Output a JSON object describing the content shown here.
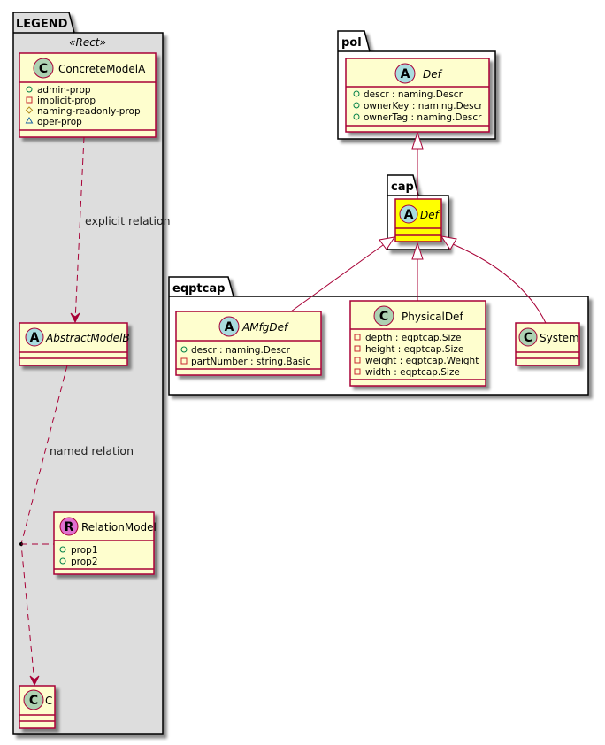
{
  "colors": {
    "class_fill": "#FEFECE",
    "class_border": "#A80036",
    "highlight_fill": "#FFFF00",
    "legend_bg": "#DDDDDD",
    "circle_C": "#ADD1B2",
    "circle_A": "#A9DCDF",
    "circle_R": "#E070D0",
    "edge": "#A80036"
  },
  "legend": {
    "title": "LEGEND",
    "stereotype": "«Rect»",
    "concrete": {
      "badge": "C",
      "name": "ConcreteModelA",
      "attrs": [
        {
          "vis": "public",
          "text": "admin-prop"
        },
        {
          "vis": "private",
          "text": "implicit-prop"
        },
        {
          "vis": "protected",
          "text": "naming-readonly-prop"
        },
        {
          "vis": "package",
          "text": "oper-prop"
        }
      ]
    },
    "explicit_label": "explicit relation",
    "abstract": {
      "badge": "A",
      "name": "AbstractModelB"
    },
    "named_label": "named relation",
    "relation": {
      "badge": "R",
      "name": "RelationModel",
      "attrs": [
        {
          "vis": "public",
          "text": "prop1"
        },
        {
          "vis": "public",
          "text": "prop2"
        }
      ]
    },
    "c_class": {
      "badge": "C",
      "name": "C"
    }
  },
  "packages": {
    "pol": {
      "title": "pol",
      "def": {
        "badge": "A",
        "name": "Def",
        "attrs": [
          {
            "vis": "public",
            "text": "descr : naming.Descr"
          },
          {
            "vis": "public",
            "text": "ownerKey : naming.Descr"
          },
          {
            "vis": "public",
            "text": "ownerTag : naming.Descr"
          }
        ]
      }
    },
    "cap": {
      "title": "cap",
      "def": {
        "badge": "A",
        "name": "Def"
      }
    },
    "eqptcap": {
      "title": "eqptcap",
      "amfgdef": {
        "badge": "A",
        "name": "AMfgDef",
        "attrs": [
          {
            "vis": "public",
            "text": "descr : naming.Descr"
          },
          {
            "vis": "private",
            "text": "partNumber : string.Basic"
          }
        ]
      },
      "physicaldef": {
        "badge": "C",
        "name": "PhysicalDef",
        "attrs": [
          {
            "vis": "private",
            "text": "depth : eqptcap.Size"
          },
          {
            "vis": "private",
            "text": "height : eqptcap.Size"
          },
          {
            "vis": "private",
            "text": "weight : eqptcap.Weight"
          },
          {
            "vis": "private",
            "text": "width : eqptcap.Size"
          }
        ]
      },
      "system": {
        "badge": "C",
        "name": "System"
      }
    }
  }
}
